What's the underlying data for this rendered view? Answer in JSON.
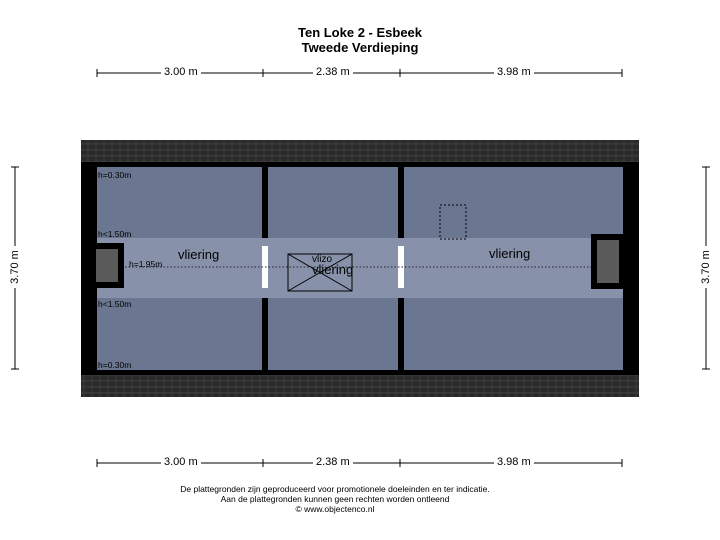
{
  "title": {
    "line1": "Ten Loke 2 - Esbeek",
    "line2": "Tweede Verdieping"
  },
  "dimensions": {
    "top": [
      "3.00 m",
      "2.38 m",
      "3.98 m"
    ],
    "bottom": [
      "3.00 m",
      "2.38 m",
      "3.98 m"
    ],
    "left": "3.70 m",
    "right": "3.70 m"
  },
  "rooms": {
    "left": "vliering",
    "center": "vliering",
    "right": "vliering",
    "center_hatch": "vlizo"
  },
  "heights": {
    "top": "h=0.30m",
    "upper_mid": "h<1.50m",
    "ridge": "h=1.95m",
    "lower_mid": "h<1.50m",
    "bottom": "h=0.30m"
  },
  "footer": {
    "line1": "De plattegronden zijn geproduceerd voor promotionele doeleinden en ter indicatie.",
    "line2": "Aan de plattegronden kunnen geen rechten worden ontleend",
    "line3": "© www.objectenco.nl"
  },
  "colors": {
    "floor": "#6b7790",
    "ridge_band": "#8792aa",
    "wall": "#000000",
    "roof": "#2b2b2b"
  }
}
